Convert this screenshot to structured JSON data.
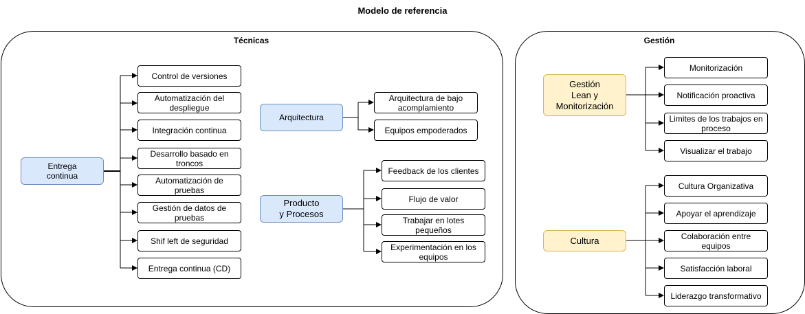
{
  "title": "Modelo de referencia",
  "groups": {
    "tecnicas": "Técnicas",
    "gestion": "Gestión"
  },
  "nodes": {
    "entrega": "Entrega\ncontinua",
    "arquitectura": "Arquitectura",
    "producto": "Producto\ny Procesos",
    "gestion_lean": "Gestión\nLean y\nMonitorización",
    "cultura": "Cultura"
  },
  "entrega_items": [
    "Control de versiones",
    "Automatización del despliegue",
    "Integración continua",
    "Desarrollo basado en troncos",
    "Automatización de pruebas",
    "Gestión de datos de pruebas",
    "Shif left de seguridad",
    "Entrega continua (CD)"
  ],
  "arquitectura_items": [
    "Arquitectura de bajo acomplamiento",
    "Equipos empoderados"
  ],
  "producto_items": [
    "Feedback de los clientes",
    "Flujo de valor",
    "Trabajar en lotes pequeños",
    "Experimentación en los equipos"
  ],
  "gestion_items": [
    "Monitorización",
    "Notificación proactiva",
    "Limites de los trabajos en proceso",
    "Visualizar el trabajo"
  ],
  "cultura_items": [
    "Cultura Organizativa",
    "Apoyar el aprendizaje",
    "Colaboración entre equipos",
    "Satisfacción laboral",
    "Liderazgo transformativo"
  ],
  "colors": {
    "blue_fill": "#dae8fc",
    "blue_stroke": "#6c8ebf",
    "yellow_fill": "#fff2cc",
    "yellow_stroke": "#d6b656"
  }
}
